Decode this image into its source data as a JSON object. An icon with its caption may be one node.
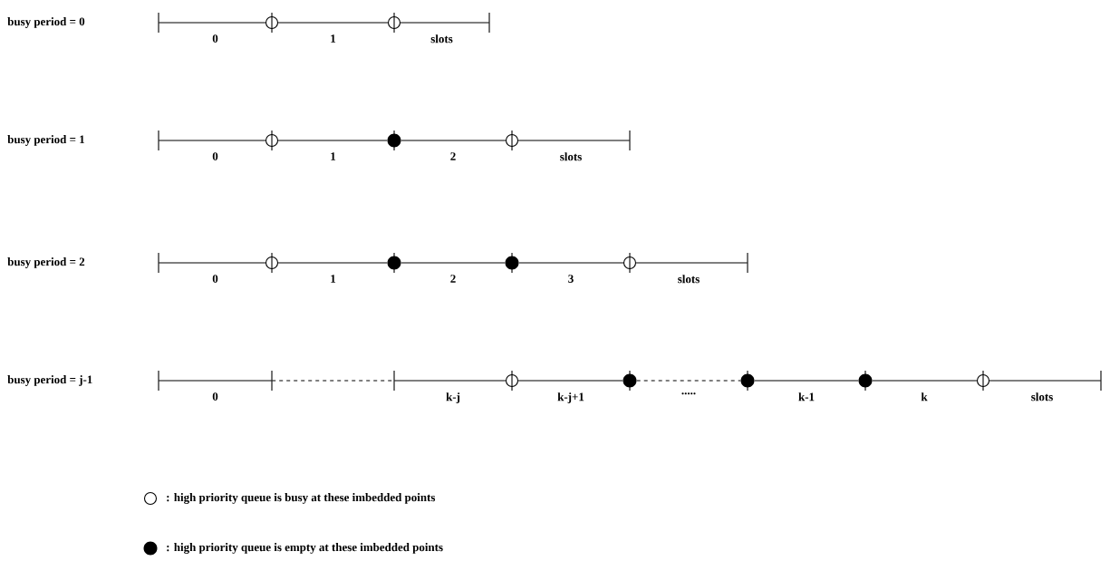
{
  "diagram": {
    "nodes": [
      {
        "text": [],
        "shape": "bar"
      },
      {
        "text": [],
        "shape": "circle"
      },
      {
        "text": [],
        "shape": "circle"
      },
      {
        "text": [],
        "shape": "bar"
      },
      {
        "text": [],
        "shape": "bar"
      },
      {
        "text": [],
        "shape": "circle"
      },
      {
        "text": [],
        "shape": "dot"
      },
      {
        "text": [],
        "shape": "circle"
      },
      {
        "text": [],
        "shape": "bar"
      },
      {
        "text": [],
        "shape": "bar"
      },
      {
        "text": [],
        "shape": "circle"
      },
      {
        "text": [],
        "shape": "dot"
      },
      {
        "text": [],
        "shape": "dot"
      },
      {
        "text": [],
        "shape": "circle"
      },
      {
        "text": [],
        "shape": "bar"
      },
      {
        "text": [],
        "shape": "bar"
      },
      {
        "text": [],
        "shape": "bar"
      },
      {
        "text": [],
        "shape": "bar"
      },
      {
        "text": [],
        "shape": "circle"
      },
      {
        "text": [],
        "shape": "dot"
      },
      {
        "text": [],
        "shape": "dot"
      },
      {
        "text": [],
        "shape": "dot"
      },
      {
        "text": [],
        "shape": "circle"
      },
      {
        "text": [],
        "shape": "bar"
      }
    ],
    "edges": [
      {
        "from": 0,
        "to": 1,
        "arrow": "none",
        "label": "0"
      },
      {
        "from": 1,
        "to": 2,
        "arrow": "none",
        "label": "1"
      },
      {
        "from": 2,
        "to": 3,
        "arrow": "none",
        "label": "slots"
      },
      {
        "from": 4,
        "to": 5,
        "arrow": "none",
        "label": "0"
      },
      {
        "from": 5,
        "to": 6,
        "arrow": "none",
        "label": "1"
      },
      {
        "from": 6,
        "to": 7,
        "arrow": "none",
        "label": "2"
      },
      {
        "from": 7,
        "to": 8,
        "arrow": "none",
        "label": "slots"
      },
      {
        "from": 9,
        "to": 10,
        "arrow": "none",
        "label": "0"
      },
      {
        "from": 10,
        "to": 11,
        "arrow": "none",
        "label": "1"
      },
      {
        "from": 11,
        "to": 12,
        "arrow": "none",
        "label": "2"
      },
      {
        "from": 12,
        "to": 13,
        "arrow": "none",
        "label": "3"
      },
      {
        "from": 13,
        "to": 14,
        "arrow": "none",
        "label": "slots"
      },
      {
        "from": 15,
        "to": 16,
        "arrow": "none",
        "label": "0"
      },
      {
        "from": 16,
        "to": 17,
        "arrow": "none",
        "style": "dashed"
      },
      {
        "from": 17,
        "to": 18,
        "arrow": "none",
        "label": "k-j"
      },
      {
        "from": 18,
        "to": 19,
        "arrow": "none",
        "label": "k-j+1"
      },
      {
        "from": 19,
        "to": 20,
        "arrow": "none",
        "style": "dashed",
        "label": "....."
      },
      {
        "from": 20,
        "to": 21,
        "arrow": "none",
        "label": "k-1"
      },
      {
        "from": 21,
        "to": 22,
        "arrow": "none",
        "label": "k"
      },
      {
        "from": 22,
        "to": 23,
        "arrow": "none",
        "label": "slots"
      }
    ],
    "labels": [
      "busy period = 0",
      "busy period = 1",
      "busy period = 2",
      "busy period = j-1"
    ],
    "legend": [
      {
        "text": ": high priority queue is busy at these imbedded points"
      },
      {
        "text": ": high priority queue is empty at these imbedded points"
      }
    ]
  }
}
